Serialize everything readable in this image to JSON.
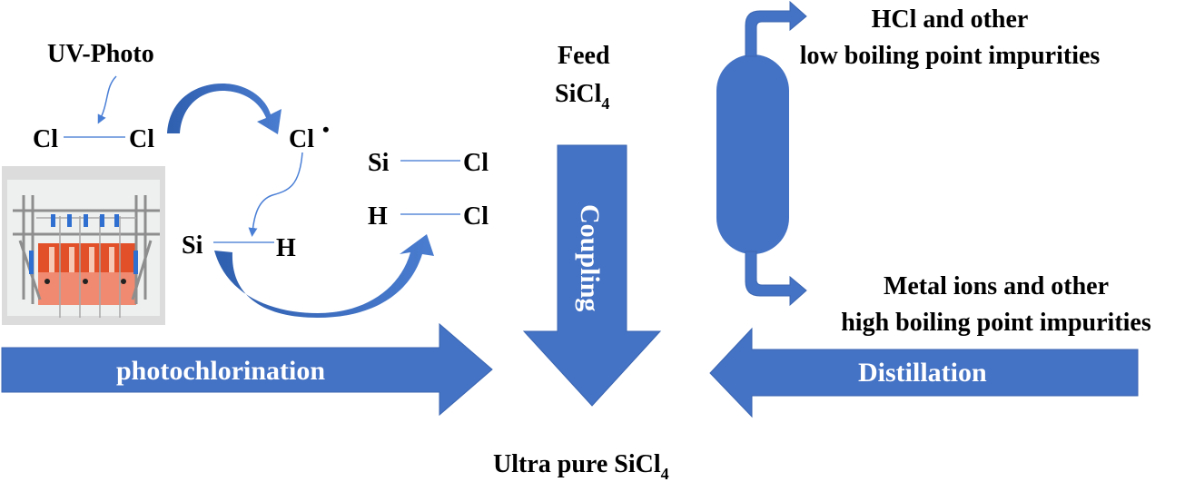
{
  "colors": {
    "arrow_fill": "#4472C4",
    "arrow_edge": "#2F528F",
    "curved_arrow_fill": "#3A64B4",
    "bond_line": "#5B8BD9",
    "text": "#000000",
    "arrow_text": "#FFFFFF"
  },
  "reaction": {
    "uv_label": "UV-Photo",
    "cl2": {
      "atom1": "Cl",
      "atom2": "Cl"
    },
    "cl_radical": {
      "atom": "Cl",
      "radical_dot": "•"
    },
    "si_h": {
      "atom1": "Si",
      "atom2": "H"
    },
    "si_cl": {
      "atom1": "Si",
      "atom2": "Cl"
    },
    "h_cl": {
      "atom1": "H",
      "atom2": "Cl"
    }
  },
  "photo": {
    "description": "photochlorination reactor photo"
  },
  "feed": {
    "line1": "Feed",
    "formula_base": "SiCl",
    "formula_sub": "4"
  },
  "coupling_arrow": {
    "label": "Coupling"
  },
  "photochlorination_arrow": {
    "label": "photochlorination"
  },
  "distillation_arrow": {
    "label": "Distillation"
  },
  "column": {
    "top_output": {
      "line1": "HCl and other",
      "line2": "low boiling point impurities"
    },
    "bottom_output": {
      "line1": "Metal ions and other",
      "line2": "high boiling point impurities"
    }
  },
  "product": {
    "label_base": "Ultra pure SiCl",
    "label_sub": "4"
  }
}
